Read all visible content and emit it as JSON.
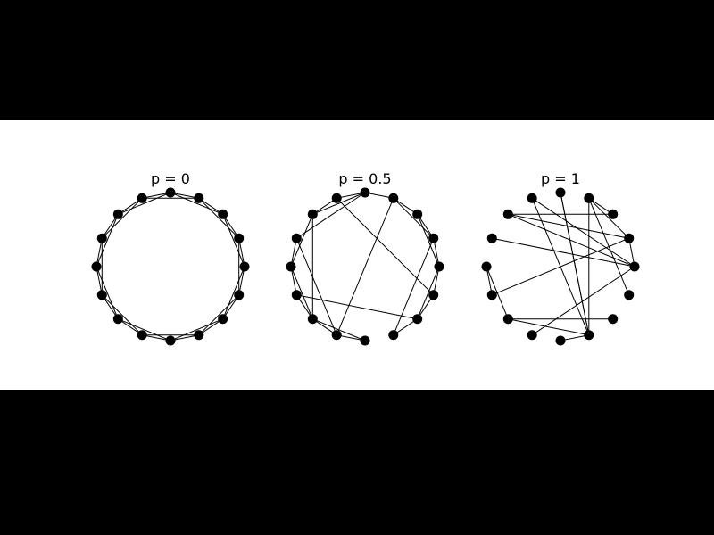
{
  "figure": {
    "colors": {
      "letterbox": "#000000",
      "background": "#ffffff",
      "ink": "#000000"
    },
    "panels": [
      {
        "title": "p = 0",
        "node_count": 16,
        "edges": [
          [
            0,
            1
          ],
          [
            1,
            2
          ],
          [
            2,
            3
          ],
          [
            3,
            4
          ],
          [
            4,
            5
          ],
          [
            5,
            6
          ],
          [
            6,
            7
          ],
          [
            7,
            8
          ],
          [
            8,
            9
          ],
          [
            9,
            10
          ],
          [
            10,
            11
          ],
          [
            11,
            12
          ],
          [
            12,
            13
          ],
          [
            13,
            14
          ],
          [
            14,
            15
          ],
          [
            15,
            0
          ],
          [
            0,
            2
          ],
          [
            1,
            3
          ],
          [
            2,
            4
          ],
          [
            3,
            5
          ],
          [
            4,
            6
          ],
          [
            5,
            7
          ],
          [
            6,
            8
          ],
          [
            7,
            9
          ],
          [
            8,
            10
          ],
          [
            9,
            11
          ],
          [
            10,
            12
          ],
          [
            11,
            13
          ],
          [
            12,
            14
          ],
          [
            13,
            15
          ],
          [
            14,
            0
          ],
          [
            15,
            1
          ]
        ]
      },
      {
        "title": "p = 0.5",
        "node_count": 16,
        "edges": [
          [
            0,
            1
          ],
          [
            1,
            2
          ],
          [
            2,
            3
          ],
          [
            3,
            4
          ],
          [
            4,
            5
          ],
          [
            5,
            6
          ],
          [
            7,
            8
          ],
          [
            8,
            9
          ],
          [
            9,
            10
          ],
          [
            10,
            11
          ],
          [
            11,
            12
          ],
          [
            13,
            14
          ],
          [
            14,
            15
          ],
          [
            15,
            0
          ],
          [
            0,
            2
          ],
          [
            1,
            3
          ],
          [
            4,
            6
          ],
          [
            6,
            8
          ],
          [
            8,
            10
          ],
          [
            10,
            12
          ],
          [
            14,
            0
          ],
          [
            7,
            4
          ],
          [
            10,
            6
          ],
          [
            11,
            3
          ],
          [
            11,
            7
          ],
          [
            13,
            1
          ],
          [
            14,
            9
          ],
          [
            15,
            5
          ]
        ]
      },
      {
        "title": "p = 1",
        "node_count": 16,
        "edges": [
          [
            0,
            6
          ],
          [
            0,
            7
          ],
          [
            0,
            5
          ],
          [
            0,
            1
          ],
          [
            2,
            3
          ],
          [
            5,
            13
          ],
          [
            6,
            1
          ],
          [
            6,
            2
          ],
          [
            3,
            15
          ],
          [
            3,
            13
          ],
          [
            10,
            8
          ],
          [
            8,
            9
          ],
          [
            10,
            13
          ],
          [
            10,
            14
          ],
          [
            13,
            4
          ],
          [
            1,
            3
          ],
          [
            4,
            13
          ],
          [
            12,
            13
          ],
          [
            11,
            0
          ],
          [
            9,
            1
          ]
        ]
      }
    ]
  }
}
